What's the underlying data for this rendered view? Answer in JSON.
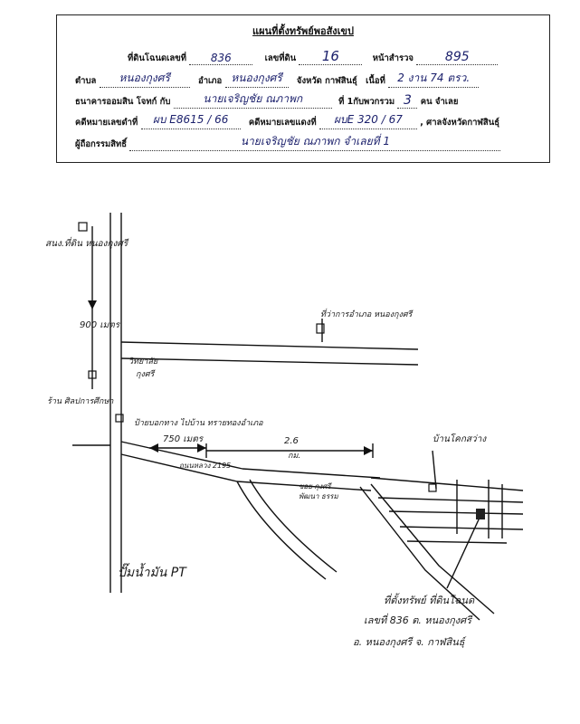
{
  "header": {
    "title": "แผนที่ตั้งทรัพย์พอสังเขป",
    "land_doc_label": "ที่ดินโฉนดเลขที่",
    "land_doc_value": "836",
    "parcel_label": "เลขที่ดิน",
    "parcel_value": "16",
    "survey_page_label": "หน้าสำรวจ",
    "survey_page_value": "895",
    "subdistrict_label": "ตำบล",
    "subdistrict_value": "หนองกุงศรี",
    "district_label": "อำเภอ",
    "district_value": "หนองกุงศรี",
    "province_text": "จังหวัด กาฬสินธุ์",
    "area_label": "เนื้อที่",
    "area_value": "2 งาน 74 ตรว.",
    "bank_text": "ธนาคารออมสิน โจทก์ กับ",
    "defendant_value": "นายเจริญชัย ณภาพก",
    "defendant_suffix": "ที่ 1กับพวกรวม",
    "count_value": "3",
    "count_suffix": "คน จำเลย",
    "black_case_label": "คดีหมายเลขดำที่",
    "black_case_value": "ผบ E8615 / 66",
    "red_case_label": "คดีหมายเลขแดงที่",
    "red_case_value": "ผบE 320 / 67",
    "court_text": ", ศาลจังหวัดกาฬสินธุ์",
    "owner_label": "ผู้ถือกรรมสิทธิ์",
    "owner_value": "นายเจริญชัย ณภาพก จำเลยที่ 1"
  },
  "map": {
    "label_district_office": "สนง.ที่ดิน หนองกุงศรี",
    "label_distance_900": "900 เมตร",
    "label_municipal_office": "ที่ว่าการอำเภอ หนองกุงศรี",
    "label_school_top": "วิทยาลัย",
    "label_school_bottom": "กุงศรี",
    "label_building": "ร้าน ศิลปการศึกษา",
    "label_sign": "ป้ายบอกทาง ไปบ้าน ทรายทองอำเภอ",
    "label_750": "750 เมตร",
    "label_road_name": "ถนนหลวง 2195",
    "label_26_top": "2.6",
    "label_26_bottom": "กม.",
    "label_lane": "ซอย กุงศรีพัฒนา ธรรม",
    "label_house": "บ้านโคกสว่าง",
    "label_ptt": "ปั๊มน้ำมัน PT",
    "label_property_line1": "ที่ตั้งทรัพย์ ที่ดินโฉนด",
    "label_property_line2": "เลขที่ 836 ต. หนองกุงศรี",
    "label_property_line3": "อ. หนองกุงศรี จ. กาฬสินธุ์"
  }
}
